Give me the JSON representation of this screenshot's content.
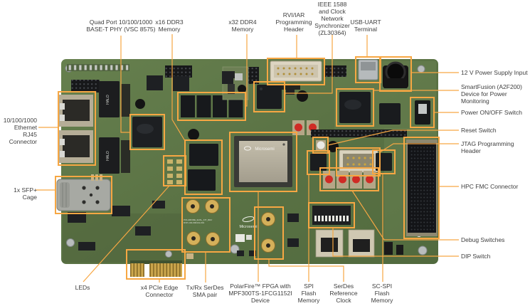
{
  "colors": {
    "callout": "#F7A743",
    "board_green": "#5E7647",
    "chip_black": "#1b1d1f",
    "gold": "#c9a84c"
  },
  "labels": {
    "phy": "Quad Port 10/100/1000\nBASE-T PHY (VSC 8575)",
    "ddr3": "x16 DDR3\nMemory",
    "ddr4": "x32 DDR4\nMemory",
    "rvi": "RVI/IAR\nProgramming\nHeader",
    "ieee1588": "IEEE 1588\nand Clock\nNetwork\nSynchronizer\n(ZL30364)",
    "usb_uart": "USB-UART\nTerminal",
    "power_input": "12 V Power Supply Input",
    "smartfusion": "SmartFusion (A2F200)\nDevice for Power Monitoring",
    "power_switch": "Power ON/OFF Switch",
    "reset_switch": "Reset Switch",
    "jtag": "JTAG Programming Header",
    "fmc": "HPC FMC Connector",
    "debug_switches": "Debug Switches",
    "dip_switch": "DIP Switch",
    "rj45": "10/100/1000\nEthernet RJ45\nConnector",
    "sfp": "1x SFP+ Cage",
    "leds": "LEDs",
    "pcie": "x4 PCIe Edge\nConnector",
    "sma": "Tx/Rx SerDes\nSMA pair",
    "fpga": "PolarFire™ FPGA with\nMPF300TS-1FCG1152I\nDevice",
    "spi_flash": "SPI\nFlash\nMemory",
    "serdes_clk": "SerDes\nReference\nClock",
    "sc_spi_flash": "SC-SPI\nFlash\nMemory"
  },
  "silkscreen": {
    "fpga_logo": "Microsemi",
    "board_logo": "Microsemi",
    "transformer": "HALO",
    "board_id_line1": "POLARFIRE_EVAL_KIT_REV",
    "board_id_line2": "DVP-102-000441-001"
  }
}
